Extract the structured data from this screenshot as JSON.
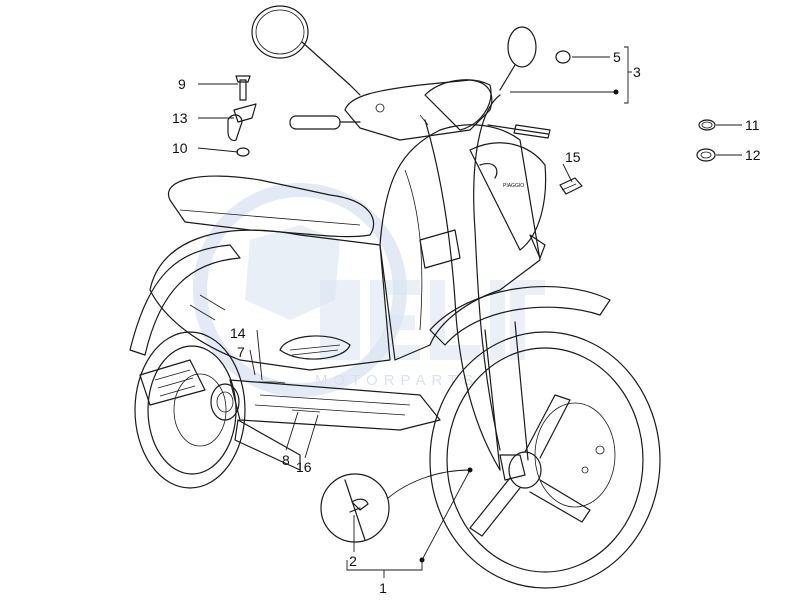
{
  "diagram": {
    "callouts": [
      "1",
      "2",
      "3",
      "5",
      "7",
      "8",
      "9",
      "10",
      "11",
      "12",
      "13",
      "14",
      "15",
      "16"
    ],
    "nameplate_text": "PIAGGIO",
    "colors": {
      "line": "#1a1a1a",
      "watermark": "#dbe4f2",
      "background": "#ffffff"
    }
  }
}
